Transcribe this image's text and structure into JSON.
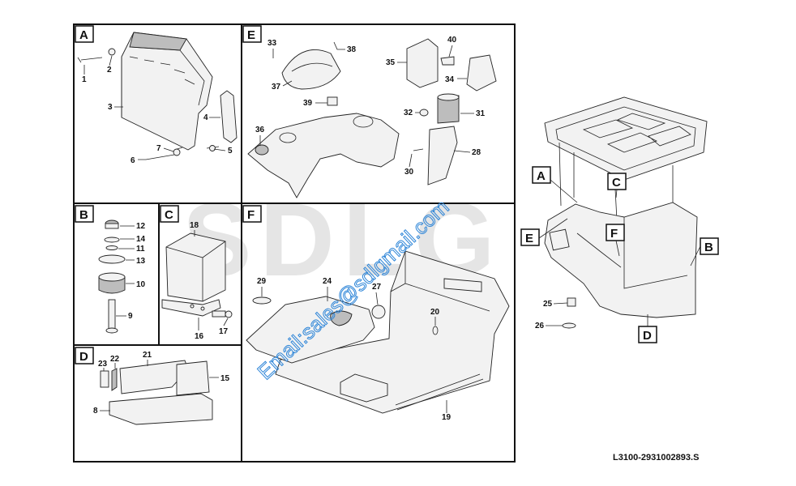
{
  "watermark": {
    "logo": "SDLG",
    "email": "Email:sales@sdlgmail.com"
  },
  "reference_code": "L3100-2931002893.S",
  "panels": [
    {
      "id": "A",
      "parts": [
        "1",
        "2",
        "3",
        "4",
        "5",
        "6",
        "7"
      ]
    },
    {
      "id": "B",
      "parts": [
        "12",
        "14",
        "11",
        "13",
        "10",
        "9"
      ]
    },
    {
      "id": "C",
      "parts": [
        "18",
        "16",
        "17"
      ]
    },
    {
      "id": "D",
      "parts": [
        "23",
        "22",
        "21",
        "15",
        "8"
      ]
    },
    {
      "id": "E",
      "parts": [
        "33",
        "38",
        "37",
        "39",
        "36",
        "40",
        "35",
        "34",
        "32",
        "31",
        "28",
        "30"
      ]
    },
    {
      "id": "F",
      "parts": [
        "29",
        "24",
        "27",
        "20",
        "19"
      ]
    }
  ],
  "overview": {
    "callouts": [
      "A",
      "C",
      "E",
      "F",
      "B",
      "D"
    ],
    "parts": [
      "25",
      "26"
    ]
  },
  "colors": {
    "line": "#222222",
    "email": "#2f86d8",
    "watermark": "#e5e5e5"
  }
}
